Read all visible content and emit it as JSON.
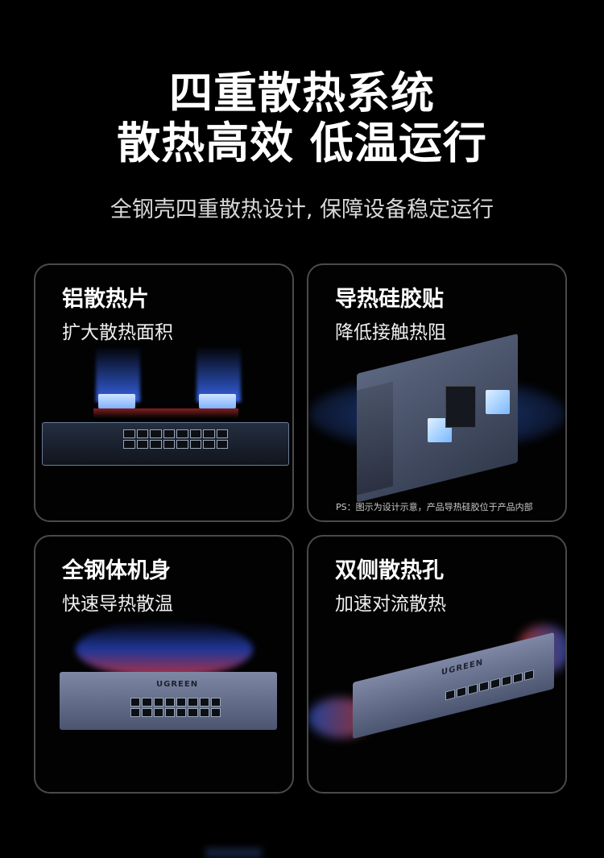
{
  "header": {
    "title_line1": "四重散热系统",
    "title_line2": "散热高效 低温运行",
    "subtitle": "全钢壳四重散热设计, 保障设备稳定运行"
  },
  "cards": [
    {
      "title": "铝散热片",
      "subtitle": "扩大散热面积",
      "image": "transparent-switch-with-heatsinks"
    },
    {
      "title": "导热硅胶贴",
      "subtitle": "降低接触热阻",
      "image": "switch-back-with-thermal-pads",
      "note": "PS：图示为设计示意，产品导热硅胶位于产品内部"
    },
    {
      "title": "全钢体机身",
      "subtitle": "快速导热散温",
      "image": "steel-switch-front",
      "brand": "UGREEN"
    },
    {
      "title": "双侧散热孔",
      "subtitle": "加速对流散热",
      "image": "steel-switch-angled",
      "brand": "UGREEN"
    }
  ],
  "colors": {
    "background": "#000000",
    "card_border": "#4a4a4a",
    "airflow_blue": "#3c6eff",
    "heat_red": "#ff4a4a"
  }
}
